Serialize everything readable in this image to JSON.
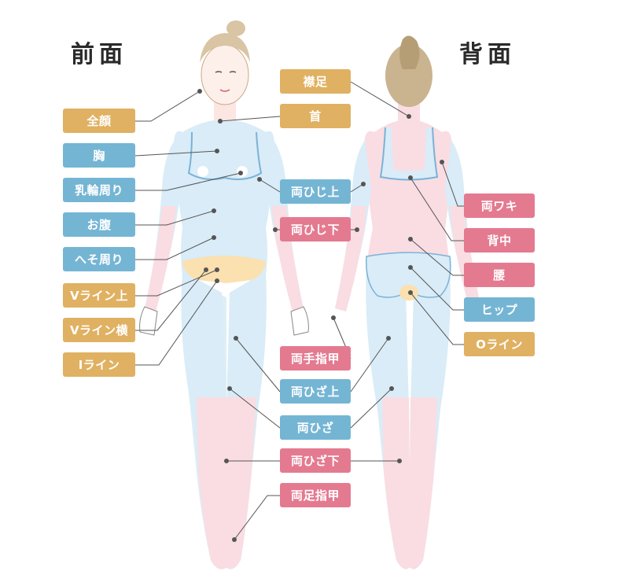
{
  "headings": {
    "front": "前面",
    "back": "背面"
  },
  "colors": {
    "orange": "#e0b162",
    "blue": "#75b5d4",
    "pink": "#e47a90",
    "connector": "#555555"
  },
  "labels": {
    "zenkan": "全顔",
    "mune": "胸",
    "nyurin": "乳輪周り",
    "onaka": "お腹",
    "hesomawari": "へそ周り",
    "vline_ue": "Vライン上",
    "vline_yoko": "Vライン横",
    "iline": "Iライン",
    "erikashi": "襟足",
    "kubi": "首",
    "ryohiji_ue": "両ひじ上",
    "ryohiji_shita": "両ひじ下",
    "ryote_yubi": "両手指甲",
    "ryohiza_ue": "両ひざ上",
    "ryohiza": "両ひざ",
    "ryohiza_shita": "両ひざ下",
    "ryoashi_yubi": "両足指甲",
    "ryowaki": "両ワキ",
    "senaka": "背中",
    "koshi": "腰",
    "hip": "ヒップ",
    "oline": "Oライン"
  }
}
